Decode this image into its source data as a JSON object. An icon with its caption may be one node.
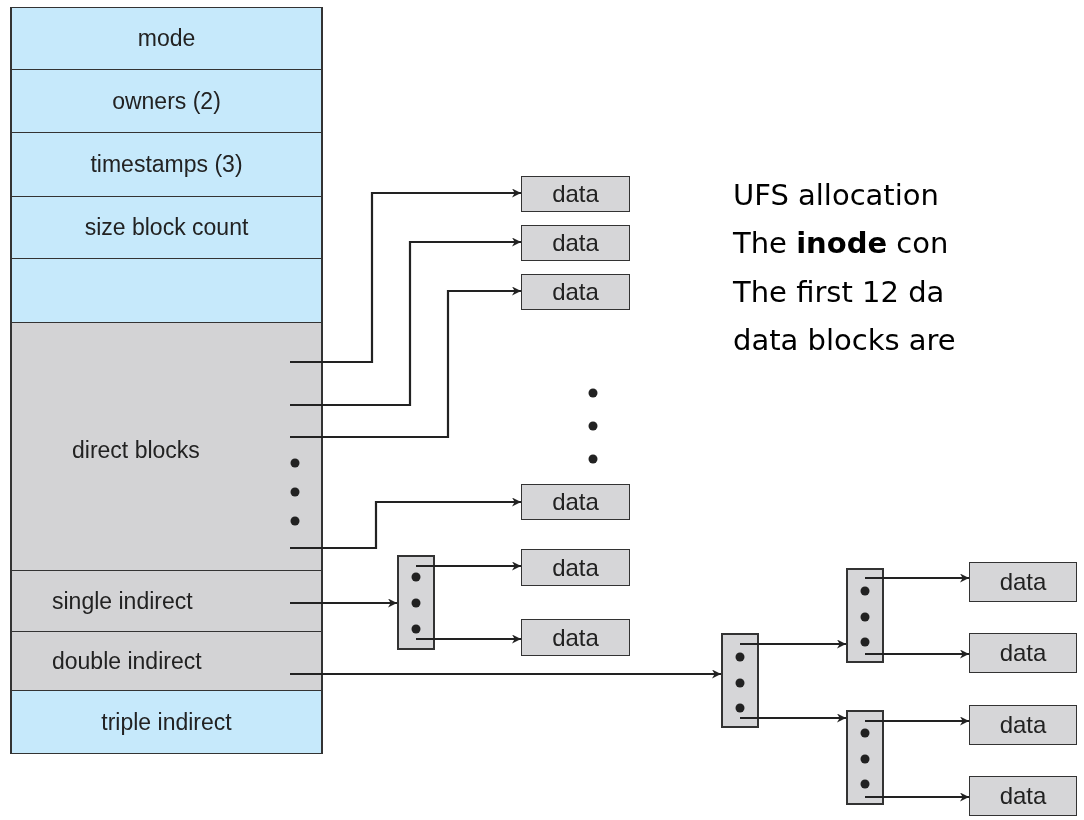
{
  "diagram": {
    "nodes": [
      {
        "text": [
          "mode"
        ]
      },
      {
        "text": [
          "owners (2)"
        ]
      },
      {
        "text": [
          "timestamps (3)"
        ]
      },
      {
        "text": [
          "size block count"
        ]
      },
      {
        "text": [],
        "shape": "box"
      },
      {
        "text": [
          "direct blocks"
        ]
      },
      {
        "text": [
          "single indirect"
        ]
      },
      {
        "text": [
          "double indirect"
        ]
      },
      {
        "text": [
          "triple indirect"
        ]
      },
      {
        "text": [
          "data"
        ]
      },
      {
        "text": [
          "data"
        ]
      },
      {
        "text": [
          "data"
        ]
      },
      {
        "text": [
          "data"
        ]
      },
      {
        "text": [
          "data"
        ]
      },
      {
        "text": [
          "data"
        ]
      },
      {
        "text": [],
        "shape": "box"
      },
      {
        "text": [],
        "shape": "box"
      },
      {
        "text": [],
        "shape": "box"
      },
      {
        "text": [],
        "shape": "box"
      },
      {
        "text": [
          "data"
        ]
      },
      {
        "text": [
          "data"
        ]
      },
      {
        "text": [
          "data"
        ]
      },
      {
        "text": [
          "data"
        ]
      }
    ],
    "edges": [
      {
        "from": 5,
        "to": 9,
        "arrow": "to"
      },
      {
        "from": 5,
        "to": 10,
        "arrow": "to"
      },
      {
        "from": 5,
        "to": 11,
        "arrow": "to"
      },
      {
        "from": 5,
        "to": 12,
        "arrow": "to"
      },
      {
        "from": 6,
        "to": 15,
        "arrow": "to"
      },
      {
        "from": 15,
        "to": 13,
        "arrow": "to"
      },
      {
        "from": 15,
        "to": 14,
        "arrow": "to"
      },
      {
        "from": 7,
        "to": 16,
        "arrow": "to"
      },
      {
        "from": 16,
        "to": 17,
        "arrow": "to"
      },
      {
        "from": 16,
        "to": 18,
        "arrow": "to"
      },
      {
        "from": 17,
        "to": 19,
        "arrow": "to"
      },
      {
        "from": 17,
        "to": 20,
        "arrow": "to"
      },
      {
        "from": 18,
        "to": 21,
        "arrow": "to"
      },
      {
        "from": 18,
        "to": 22,
        "arrow": "to"
      }
    ],
    "labels": [
      "UFS allocation",
      "The **inode** con",
      "The first 12 da",
      "data blocks are"
    ]
  }
}
